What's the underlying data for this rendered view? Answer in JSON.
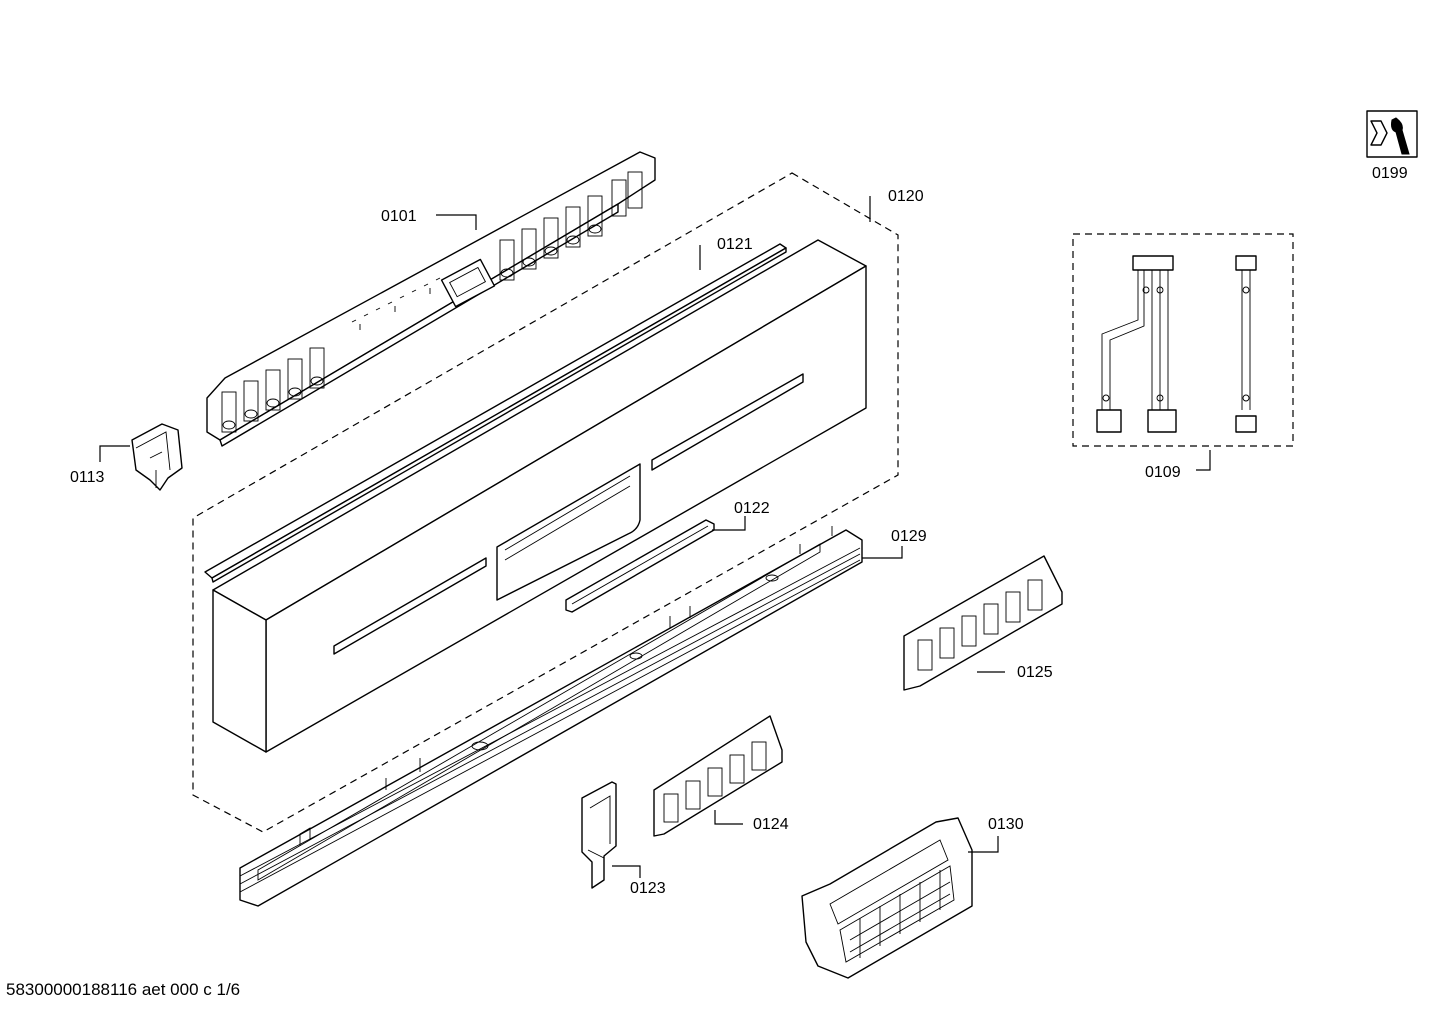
{
  "callouts": {
    "p0101": "0101",
    "p0113": "0113",
    "p0120": "0120",
    "p0121": "0121",
    "p0122": "0122",
    "p0123": "0123",
    "p0124": "0124",
    "p0125": "0125",
    "p0129": "0129",
    "p0130": "0130",
    "p0109": "0109",
    "p0199": "0199"
  },
  "footer": {
    "document_code": "58300000188116 aet 000 c 1/6"
  },
  "icons": {
    "service_icon": "wrench-nut-icon"
  }
}
